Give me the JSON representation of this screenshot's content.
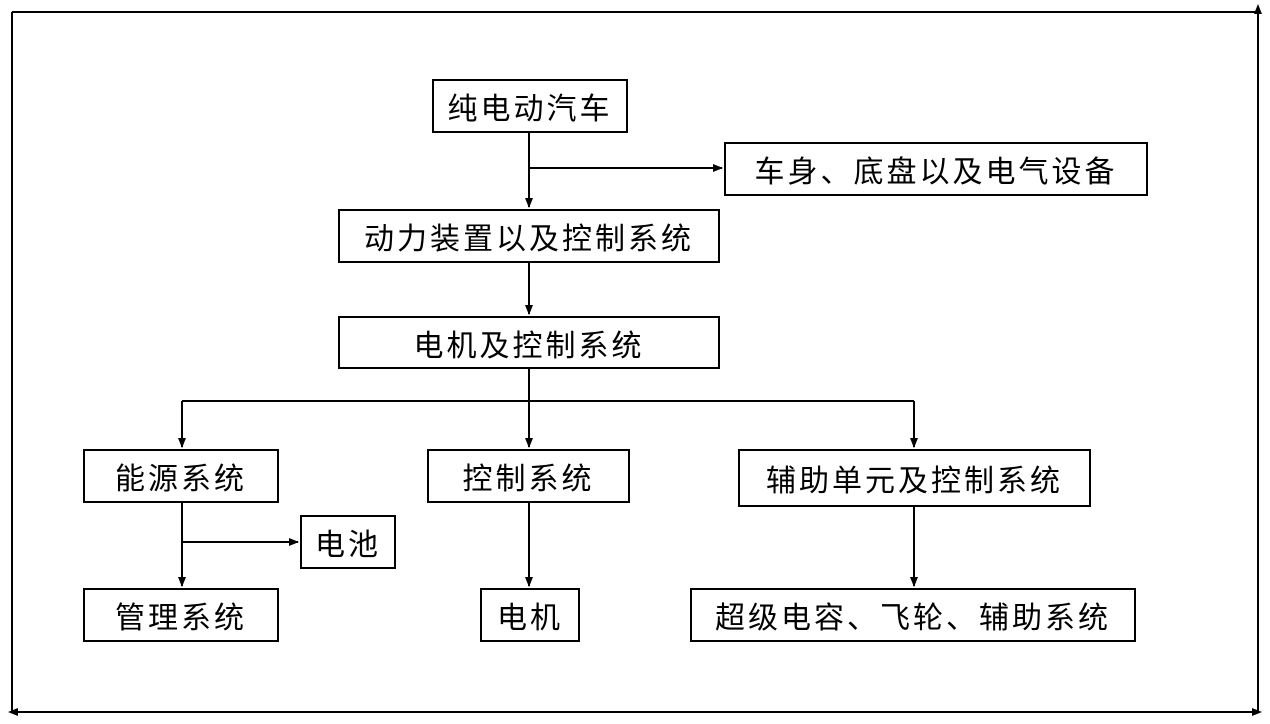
{
  "nodes": {
    "root": "纯电动汽车",
    "body": "车身、底盘以及电气设备",
    "power": "动力装置以及控制系统",
    "motor_ctrl": "电机及控制系统",
    "energy": "能源系统",
    "control": "控制系统",
    "aux": "辅助单元及控制系统",
    "battery": "电池",
    "mgmt": "管理系统",
    "motor": "电机",
    "supercap": "超级电容、飞轮、辅助系统"
  }
}
